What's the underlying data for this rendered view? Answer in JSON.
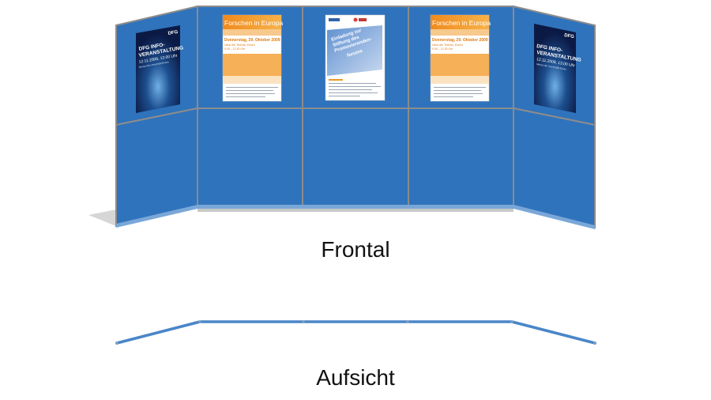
{
  "labels": {
    "frontal": "Frontal",
    "aufsicht": "Aufsicht"
  },
  "posters": {
    "dfg": {
      "logo": "DFG",
      "title_1": "DFG INFO-",
      "title_2": "VERANSTALTUNG",
      "date": "12.11.2009, 13.00 Uhr",
      "venue": "Mensa der Universität Essen"
    },
    "forschen": {
      "title": "Forschen in Europa",
      "date": "Donnerstag, 29. Oktober 2009",
      "place": "Haus der Technik, Essen",
      "time": "9.00 – 12.30 Uhr"
    },
    "stiftung": {
      "heading_1": "Einladung zur",
      "heading_2": "Stiftung des",
      "heading_3": "Promovierenden-",
      "heading_4": "forums"
    }
  },
  "colors": {
    "panel": "#2f73bc",
    "panel_frame": "#8c8c8c",
    "plan_line": "#4a86c8",
    "caption": "#111111"
  }
}
